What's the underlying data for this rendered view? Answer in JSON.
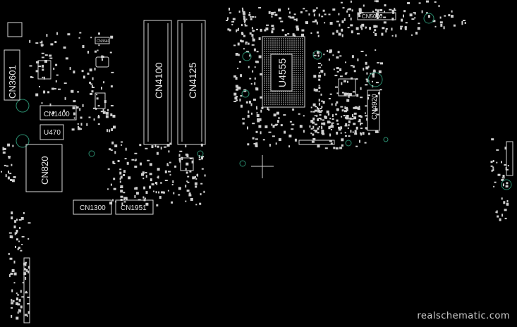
{
  "viewer": {
    "background": "#000000",
    "outline_color": "#d8d8d8",
    "via_color": "#2a8c6e"
  },
  "components": {
    "cn3601": "CN3601",
    "cn1400": "CN1400",
    "u470": "U470",
    "cn820": "CN820",
    "cn1300": "CN1300",
    "cn1951": "CN1951",
    "cn4100": "CN4100",
    "cn4125": "CN4125",
    "u4555": "U4555",
    "cn5000": "CN5000",
    "cn4920": "CN4920",
    "cn3640": "CN3640"
  },
  "watermark": "realschematic.com"
}
